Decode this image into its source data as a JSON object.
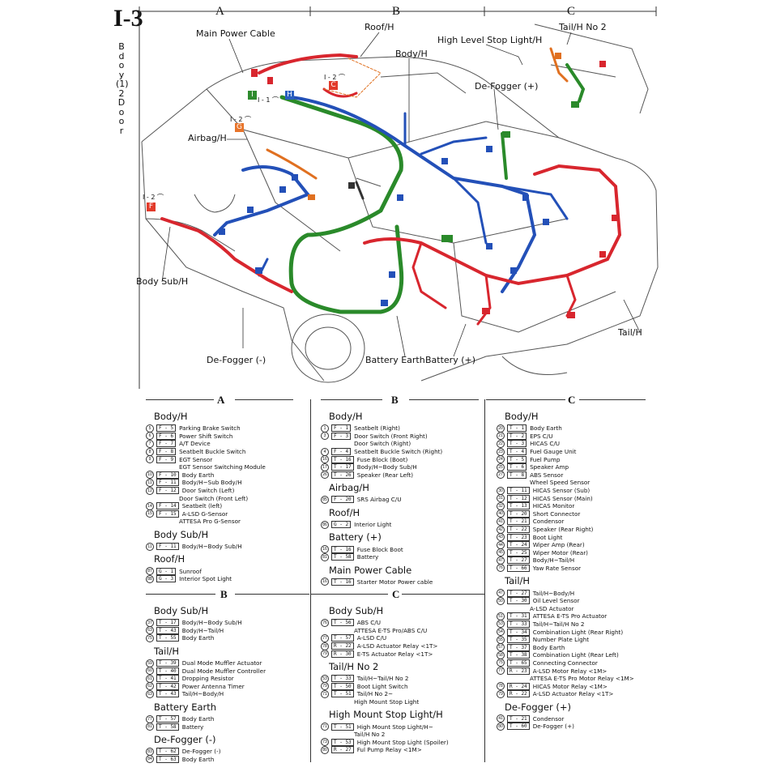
{
  "sheet": {
    "number": "I-3",
    "title_chars": [
      "B",
      "d",
      "o",
      "y",
      "(1)",
      "2",
      "D",
      "o",
      "o",
      "r"
    ],
    "columns": [
      "A",
      "B",
      "C"
    ]
  },
  "diagram": {
    "labels": {
      "main_power_cable": "Main Power Cable",
      "roof_h": "Roof/H",
      "body_h": "Body/H",
      "high_level_stop_light": "High Level Stop Light/H",
      "tail_h_no2": "Tail/H No 2",
      "de_fogger_plus": "De-Fogger (+)",
      "airbag_h": "Airbag/H",
      "body_sub_h": "Body Sub/H",
      "de_fogger_minus": "De-Fogger (-)",
      "battery_earth": "Battery Earth",
      "battery_plus": "Battery (+)",
      "tail_h": "Tail/H"
    },
    "tags": [
      {
        "letter": "I",
        "color": "#2e8b2e",
        "note": "I - 1 ⌒"
      },
      {
        "letter": "H",
        "color": "#2a5fc0",
        "note": ""
      },
      {
        "letter": "C",
        "color": "#e23a2a",
        "note": "I - 2 ⌒"
      },
      {
        "letter": "G",
        "color": "#e8742a",
        "note": "I - 2 ⌒"
      },
      {
        "letter": "F",
        "color": "#e23a2a",
        "note": "I - 2 ⌒"
      }
    ],
    "harness_colors": {
      "red": "#d8262e",
      "blue": "#2350b8",
      "green": "#2a8a2a",
      "orange": "#e07020",
      "outline": "#555555"
    }
  },
  "index": {
    "A": {
      "letter": "A",
      "groups": [
        {
          "title": "Body/H",
          "rows": [
            [
              "5",
              "F - 5",
              "Parking Brake Switch"
            ],
            [
              "6",
              "F - 6",
              "Power Shift Switch"
            ],
            [
              "7",
              "F - 7",
              "A/T Device"
            ],
            [
              "8",
              "F - 8",
              "Seatbelt Buckle Switch"
            ],
            [
              "9",
              "F - 9",
              "EGT Sensor"
            ],
            [
              "",
              "",
              "EGT Sensor Switching Module"
            ],
            [
              "10",
              "F - 10",
              "Body Earth"
            ],
            [
              "11",
              "F - 11",
              "Body/H~Sub Body/H"
            ],
            [
              "12",
              "F - 12",
              "Door Switch (Left)"
            ],
            [
              "",
              "",
              "Door Switch (Front Left)"
            ],
            [
              "14",
              "F - 14",
              "Seatbelt (left)"
            ],
            [
              "15",
              "F - 15",
              "A-LSD G-Sensor"
            ],
            [
              "",
              "",
              "ATTESA Pro G-Sensor"
            ]
          ]
        },
        {
          "title": "Body Sub/H",
          "rows": [
            [
              "11",
              "F - 11",
              "Body/H~Body Sub/H"
            ]
          ]
        },
        {
          "title": "Roof/H",
          "rows": [
            [
              "87",
              "G - 1",
              "Sunroof"
            ],
            [
              "88",
              "G - 3",
              "Interior Spot Light"
            ]
          ]
        }
      ]
    },
    "B_top": {
      "letter": "B",
      "groups": [
        {
          "title": "Body/H",
          "rows": [
            [
              "1",
              "F - 1",
              "Seatbelt (Right)"
            ],
            [
              "3",
              "F - 3",
              "Door Switch (Front Right)"
            ],
            [
              "",
              "",
              "Door Switch (Right)"
            ],
            [
              "4",
              "F - 4",
              "Seatbelt Buckle Switch (Right)"
            ],
            [
              "16",
              "T - 16",
              "Fuse Block (Boot)"
            ],
            [
              "17",
              "T - 17",
              "Body/H~Body Sub/H"
            ],
            [
              "26",
              "T - 26",
              "Speaker (Rear Left)"
            ]
          ]
        },
        {
          "title": "Airbag/H",
          "rows": [
            [
              "85",
              "F - 20",
              "SRS Airbag C/U"
            ]
          ]
        },
        {
          "title": "Roof/H",
          "rows": [
            [
              "86",
              "G - 2",
              "Interior Light"
            ]
          ]
        },
        {
          "title": "Battery (+)",
          "rows": [
            [
              "16",
              "T - 16",
              "Fuse Block Boot"
            ],
            [
              "81",
              "T - 58",
              "Battery"
            ]
          ]
        },
        {
          "title": "Main Power Cable",
          "rows": [
            [
              "16",
              "T - 16",
              "Starter Motor Power cable"
            ]
          ]
        }
      ]
    },
    "C_top": {
      "letter": "C",
      "groups": [
        {
          "title": "Body/H",
          "rows": [
            [
              "20",
              "T - 1",
              "Body Earth"
            ],
            [
              "21",
              "T - 2",
              "EPS C/U"
            ],
            [
              "22",
              "T - 3",
              "HICAS C/U"
            ],
            [
              "23",
              "T - 4",
              "Fuel Gauge Unit"
            ],
            [
              "24",
              "T - 5",
              "Fuel Pump"
            ],
            [
              "25",
              "T - 6",
              "Speaker Amp"
            ],
            [
              "27",
              "T - 8",
              "ABS Sensor"
            ],
            [
              "",
              "",
              "Wheel Speed Sensor"
            ],
            [
              "30",
              "T - 11",
              "HICAS Sensor (Sub)"
            ],
            [
              "31",
              "T - 12",
              "HICAS Sensor (Main)"
            ],
            [
              "32",
              "T - 13",
              "HICAS Monitor"
            ],
            [
              "40",
              "T - 20",
              "Short Connector"
            ],
            [
              "41",
              "T - 21",
              "Condensor"
            ],
            [
              "42",
              "T - 22",
              "Speaker (Rear Right)"
            ],
            [
              "43",
              "T - 23",
              "Boot Light"
            ],
            [
              "44",
              "T - 24",
              "Wiper Amp (Rear)"
            ],
            [
              "45",
              "T - 25",
              "Wiper Motor (Rear)"
            ],
            [
              "47",
              "T - 27",
              "Body/H~Tail/H"
            ],
            [
              "76",
              "T - 66",
              "Yaw Rate Sensor"
            ]
          ]
        },
        {
          "title": "Tail/H",
          "rows": [
            [
              "47",
              "T - 27",
              "Tail/H~Body/H"
            ],
            [
              "50",
              "T - 30",
              "Oil Level Sensor"
            ],
            [
              "",
              "",
              "A-LSD Actuator"
            ],
            [
              "51",
              "T - 31",
              "ATTESA E-TS Pro Actuator"
            ],
            [
              "53",
              "T - 33",
              "Tail/H~Tail/H No 2"
            ],
            [
              "54",
              "T - 34",
              "Combination Light (Rear Right)"
            ],
            [
              "55",
              "T - 35",
              "Number Plate Light"
            ],
            [
              "57",
              "T - 37",
              "Body Earth"
            ],
            [
              "58",
              "T - 38",
              "Combination Light (Rear Left)"
            ],
            [
              "75",
              "T - 65",
              "Connecting Connector"
            ],
            [
              "77",
              "R - 23",
              "A-LSD Motor Relay <1M>"
            ],
            [
              "",
              "",
              "ATTESA E-TS Pro Motor Relay <1M>"
            ],
            [
              "78",
              "R - 24",
              "HICAS Motor Relay <1M>"
            ],
            [
              "79",
              "R - 22",
              "A-LSD Actuator Relay <1T>"
            ]
          ]
        },
        {
          "title": "De-Fogger (+)",
          "rows": [
            [
              "41",
              "T - 21",
              "Condensor"
            ],
            [
              "80",
              "T - 60",
              "De-Fogger (+)"
            ]
          ]
        }
      ]
    },
    "B_bottom": {
      "letter": "B",
      "groups": [
        {
          "title": "Body Sub/H",
          "rows": [
            [
              "37",
              "T - 17",
              "Body/H~Body Sub/H"
            ],
            [
              "63",
              "T - 43",
              "Body/H~Tail/H"
            ],
            [
              "75",
              "T - 55",
              "Body Earth"
            ]
          ]
        },
        {
          "title": "Tail/H",
          "rows": [
            [
              "59",
              "T - 39",
              "Dual Mode Muffler Actuator"
            ],
            [
              "60",
              "T - 40",
              "Dual Mode Muffler Controller"
            ],
            [
              "61",
              "T - 41",
              "Dropping Resistor"
            ],
            [
              "62",
              "T - 42",
              "Power Antenna Timer"
            ],
            [
              "63",
              "T - 43",
              "Tail/H~Body/H"
            ]
          ]
        },
        {
          "title": "Battery Earth",
          "rows": [
            [
              "77",
              "T - 57",
              "Body Earth"
            ],
            [
              "81",
              "T - 58",
              "Battery"
            ]
          ]
        },
        {
          "title": "De-Fogger (-)",
          "rows": [
            [
              "83",
              "T - 62",
              "De-Fogger (-)"
            ],
            [
              "84",
              "T - 63",
              "Body Earth"
            ]
          ]
        }
      ]
    },
    "C_bottom": {
      "letter": "C",
      "groups": [
        {
          "title": "Body Sub/H",
          "rows": [
            [
              "76",
              "T - 56",
              "ABS C/U"
            ],
            [
              "",
              "",
              "ATTESA E-TS Pro/ABS C/U"
            ],
            [
              "77",
              "T - 57",
              "A-LSD C/U"
            ],
            [
              "78",
              "R - 22",
              "A-LSD Actuator Relay <1T>"
            ],
            [
              "79",
              "R - 30",
              "E-TS Actuator Relay <1T>"
            ]
          ]
        },
        {
          "title": "Tail/H No 2",
          "rows": [
            [
              "53",
              "T - 33",
              "Tail/H~Tail/H No 2"
            ],
            [
              "79",
              "T - 50",
              "Boot Light Switch"
            ],
            [
              "71",
              "T - 51",
              "Tail/H No 2~"
            ],
            [
              "",
              "",
              "High Mount Stop Light"
            ]
          ]
        },
        {
          "title": "High Mount Stop Light/H",
          "rows": [
            [
              "71",
              "T - 51",
              "High Mount Stop Light/H~"
            ],
            [
              "",
              "",
              "Tail/H No 2"
            ],
            [
              "73",
              "T - 53",
              "High Mount Stop Light (Spoiler)"
            ],
            [
              "80",
              "R - 27",
              "Ful Pump Relay <1M>"
            ]
          ]
        }
      ]
    }
  }
}
